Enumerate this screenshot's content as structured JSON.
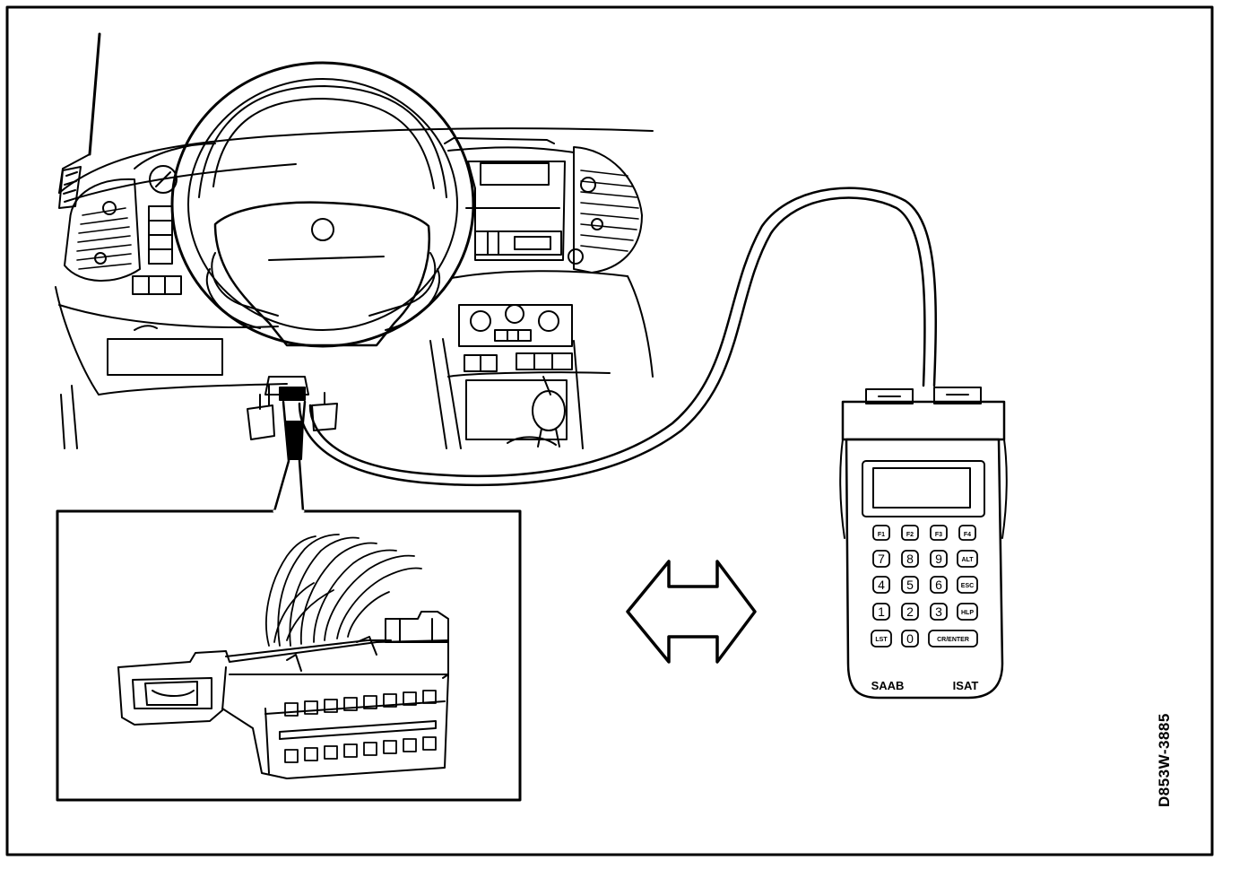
{
  "figure": {
    "figure_id": "D853W-3885"
  },
  "tester": {
    "brand": "SAAB",
    "model": "ISAT",
    "keys": [
      "F1",
      "F2",
      "F3",
      "F4",
      "7",
      "8",
      "9",
      "ALT",
      "4",
      "5",
      "6",
      "ESC",
      "1",
      "2",
      "3",
      "HLP",
      "LST",
      "0",
      "CR/ENTER"
    ]
  },
  "colors": {
    "line": "#000000",
    "background": "#ffffff"
  }
}
